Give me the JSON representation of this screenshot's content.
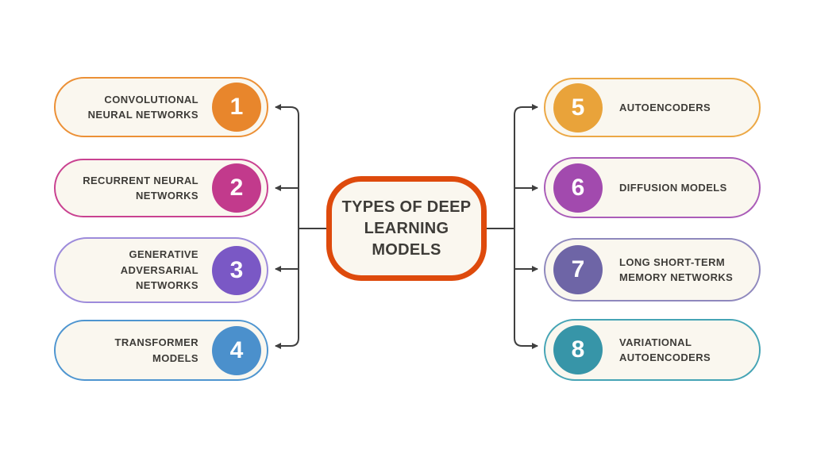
{
  "colors": {
    "background": "#ffffff",
    "connector": "#3f3f3f",
    "node_fill": "#faf7ef",
    "text": "#3e3c38"
  },
  "center": {
    "label": "TYPES OF DEEP\nLEARNING\nMODELS",
    "border_color": "#de4a0c"
  },
  "left_items": [
    {
      "number": "1",
      "label": "CONVOLUTIONAL\nNEURAL NETWORKS",
      "border_color": "#ec9036",
      "circle_color": "#e8862c"
    },
    {
      "number": "2",
      "label": "RECURRENT NEURAL\nNETWORKS",
      "border_color": "#c94291",
      "circle_color": "#c23a8c"
    },
    {
      "number": "3",
      "label": "GENERATIVE\nADVERSARIAL\nNETWORKS",
      "border_color": "#9d8bdb",
      "circle_color": "#7a58c5"
    },
    {
      "number": "4",
      "label": "TRANSFORMER\nMODELS",
      "border_color": "#4e95d0",
      "circle_color": "#4b90cc"
    }
  ],
  "right_items": [
    {
      "number": "5",
      "label": "AUTOENCODERS",
      "border_color": "#eca845",
      "circle_color": "#e9a33a"
    },
    {
      "number": "6",
      "label": "DIFFUSION MODELS",
      "border_color": "#aa5cb8",
      "circle_color": "#a24aae"
    },
    {
      "number": "7",
      "label": "LONG SHORT-TERM\nMEMORY NETWORKS",
      "border_color": "#8f88bd",
      "circle_color": "#6e65a6"
    },
    {
      "number": "8",
      "label": "VARIATIONAL\nAUTOENCODERS",
      "border_color": "#45a4b5",
      "circle_color": "#3795a8"
    }
  ]
}
